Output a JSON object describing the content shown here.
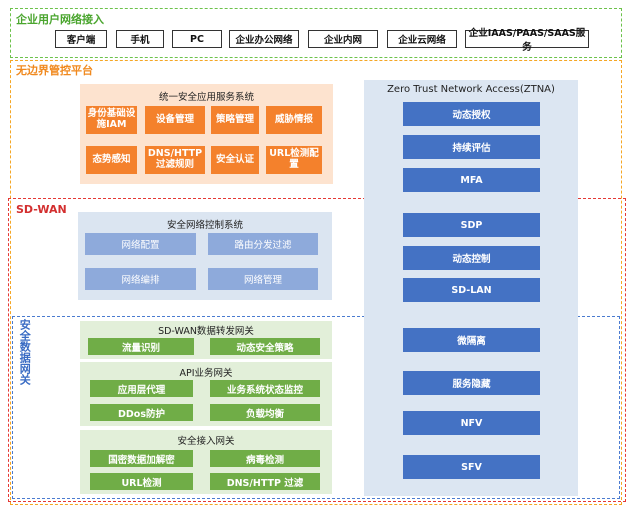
{
  "sections": {
    "enterprise_access": "企业用户网络接入",
    "borderless": "无边界管控平台",
    "sdwan": "SD-WAN",
    "security_gateway": "安全数据网关"
  },
  "access_chips": [
    "客户端",
    "手机",
    "PC",
    "企业办公网络",
    "企业内网",
    "企业云网络",
    "企业IAAS/PAAS/SAAS服务"
  ],
  "unified": {
    "title": "统一安全应用服务系统",
    "items": [
      "身份基础设施IAM",
      "设备管理",
      "策略管理",
      "威胁情报",
      "态势感知",
      "DNS/HTTP过滤规则",
      "安全认证",
      "URL检测配置"
    ]
  },
  "network_control": {
    "title": "安全网络控制系统",
    "items": [
      "网络配置",
      "路由分发过滤",
      "网络编排",
      "网络管理"
    ]
  },
  "sdwan_gateway": {
    "title": "SD-WAN数据转发网关",
    "items": [
      "流量识别",
      "动态安全策略"
    ]
  },
  "api_gateway": {
    "title": "API业务网关",
    "items": [
      "应用层代理",
      "业务系统状态监控",
      "DDos防护",
      "负载均衡"
    ]
  },
  "secure_access": {
    "title": "安全接入网关",
    "items": [
      "国密数据加解密",
      "病毒检测",
      "URL检测",
      "DNS/HTTP 过滤"
    ]
  },
  "ztna": {
    "title": "Zero Trust Network Access(ZTNA)",
    "items": [
      "动态授权",
      "持续评估",
      "MFA",
      "SDP",
      "动态控制",
      "SD-LAN",
      "微隔离",
      "服务隐藏",
      "NFV",
      "SFV"
    ]
  },
  "colors": {
    "green": "#6cc24a",
    "orange": "#f5a623",
    "red": "#e53935",
    "blue": "#4a7bd0"
  }
}
